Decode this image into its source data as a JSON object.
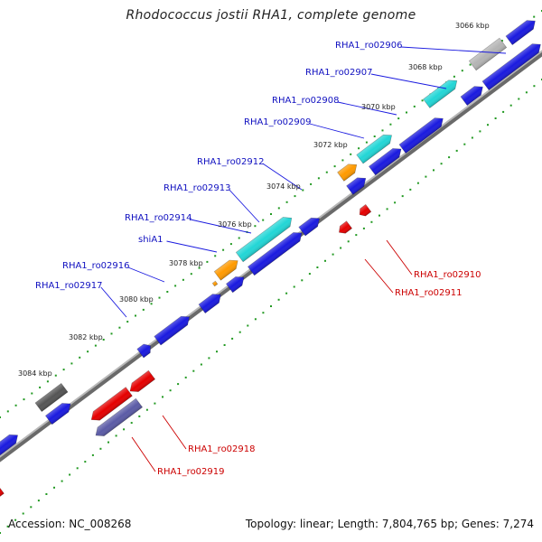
{
  "title": "Rhodococcus jostii RHA1, complete genome",
  "accession": "Accession: NC_008268",
  "topology": "Topology: linear; Length: 7,804,765 bp; Genes: 7,274",
  "colors": {
    "forward_cds": "#1a1adf",
    "reverse_cds": "#e50000",
    "trna_cyan": "#22d6d6",
    "orange": "#ff9a00",
    "grey": "#b4b4b4",
    "dark_grey": "#555555",
    "slate": "#5b5ba6",
    "backbone": "#8c8c8c",
    "tick_dots": "#229922",
    "forward_label": "#1010c0",
    "reverse_label": "#cc0000"
  },
  "kbp_ticks": [
    "3066 kbp",
    "3068 kbp",
    "3070 kbp",
    "3072 kbp",
    "3074 kbp",
    "3076 kbp",
    "3078 kbp",
    "3080 kbp",
    "3082 kbp",
    "3084 kbp"
  ],
  "forward_labels": [
    "RHA1_ro02906",
    "RHA1_ro02907",
    "RHA1_ro02908",
    "RHA1_ro02909",
    "RHA1_ro02912",
    "RHA1_ro02913",
    "RHA1_ro02914",
    "shiA1",
    "RHA1_ro02916",
    "RHA1_ro02917"
  ],
  "reverse_labels": [
    "RHA1_ro02910",
    "RHA1_ro02911",
    "RHA1_ro02918",
    "RHA1_ro02919"
  ]
}
